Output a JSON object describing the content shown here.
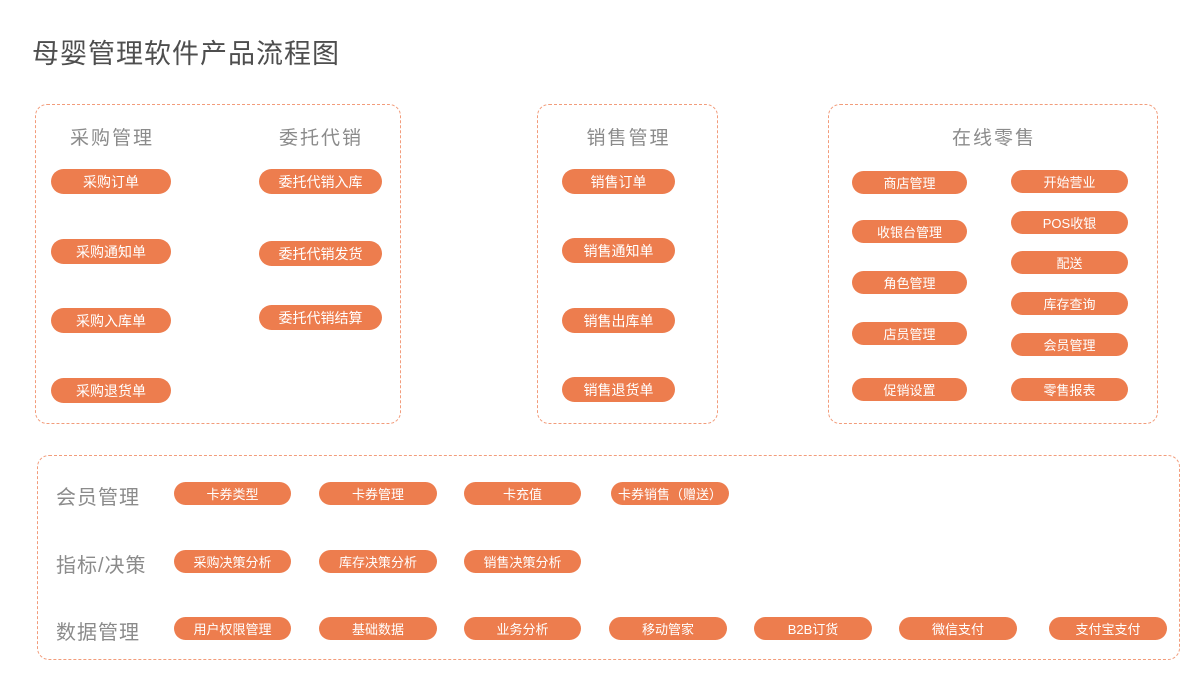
{
  "title": "母婴管理软件产品流程图",
  "colors": {
    "pill_background": "#ED7D4E",
    "pill_text": "#FFFFFF",
    "dashed_border": "#F29C7B",
    "title_text": "#4E4E4E",
    "header_text": "#8B8B8B"
  },
  "panels": {
    "purchase": {
      "headers": [
        "采购管理",
        "委托代销"
      ],
      "col1": [
        "采购订单",
        "采购通知单",
        "采购入库单",
        "采购退货单"
      ],
      "col2": [
        "委托代销入库",
        "委托代销发货",
        "委托代销结算"
      ]
    },
    "sales": {
      "header": "销售管理",
      "pills": [
        "销售订单",
        "销售通知单",
        "销售出库单",
        "销售退货单"
      ]
    },
    "retail": {
      "header": "在线零售",
      "col1": [
        "商店管理",
        "收银台管理",
        "角色管理",
        "店员管理",
        "促销设置"
      ],
      "col2": [
        "开始营业",
        "POS收银",
        "配送",
        "库存查询",
        "会员管理",
        "零售报表"
      ]
    },
    "bottom": {
      "rows": [
        {
          "label": "会员管理",
          "pills": [
            "卡券类型",
            "卡券管理",
            "卡充值",
            "卡券销售（赠送）"
          ]
        },
        {
          "label": "指标/决策",
          "pills": [
            "采购决策分析",
            "库存决策分析",
            "销售决策分析"
          ]
        },
        {
          "label": "数据管理",
          "pills": [
            "用户权限管理",
            "基础数据",
            "业务分析",
            "移动管家",
            "B2B订货",
            "微信支付",
            "支付宝支付"
          ]
        }
      ]
    }
  }
}
